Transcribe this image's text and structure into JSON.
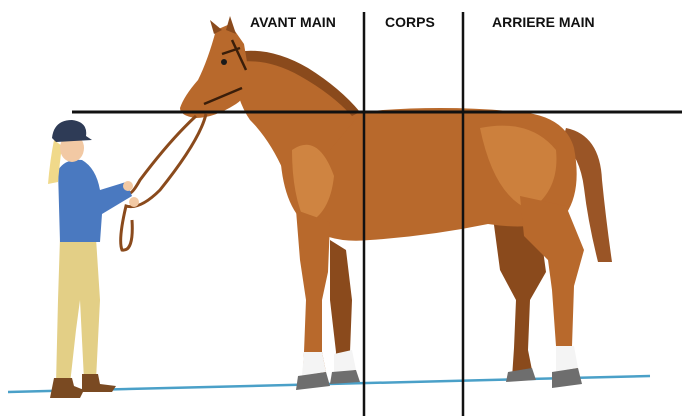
{
  "labels": {
    "forehand": "AVANT MAIN",
    "body": "CORPS",
    "hindquarters": "ARRIERE MAIN"
  },
  "colors": {
    "coat": "#b8692c",
    "coat_shade": "#8a4a1c",
    "coat_light": "#d9904a",
    "tail": "#9a5526",
    "hoof": "#6e6e6e",
    "white_marking": "#f4f4f4",
    "jacket": "#4a79c0",
    "breeches": "#e3cf86",
    "cap": "#2e3b56",
    "hair": "#f0d98a",
    "boots": "#7a4a22",
    "ground": "#4aa0c8",
    "division_lines": "#111111"
  }
}
